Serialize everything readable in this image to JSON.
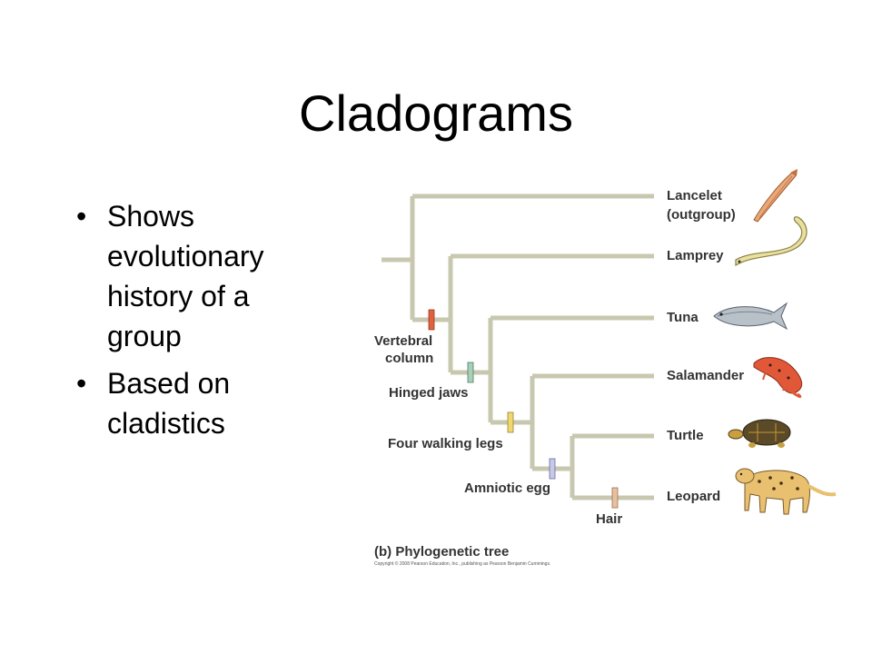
{
  "slide": {
    "title": "Cladograms",
    "bullets": [
      "Shows evolutionary history of a group",
      "Based on cladistics"
    ]
  },
  "tree": {
    "taxa": [
      {
        "line1": "Lancelet",
        "line2": "(outgroup)",
        "animal": "lancelet-icon"
      },
      {
        "line1": "Lamprey",
        "animal": "lamprey-icon"
      },
      {
        "line1": "Tuna",
        "animal": "tuna-icon"
      },
      {
        "line1": "Salamander",
        "animal": "salamander-icon"
      },
      {
        "line1": "Turtle",
        "animal": "turtle-icon"
      },
      {
        "line1": "Leopard",
        "animal": "leopard-icon"
      }
    ],
    "characters": [
      {
        "line1": "Vertebral",
        "line2": "column",
        "color": "#e06040"
      },
      {
        "line1": "Hinged jaws",
        "color": "#a8d0b8"
      },
      {
        "line1": "Four walking legs",
        "color": "#f0d870"
      },
      {
        "line1": "Amniotic egg",
        "color": "#c8c8e8"
      },
      {
        "line1": "Hair",
        "color": "#e8c0a0"
      }
    ],
    "caption": "(b) Phylogenetic tree",
    "copyright": "Copyright © 2008 Pearson Education, Inc., publishing as Pearson Benjamin Cummings.",
    "branch_color": "#c8c8b0"
  }
}
